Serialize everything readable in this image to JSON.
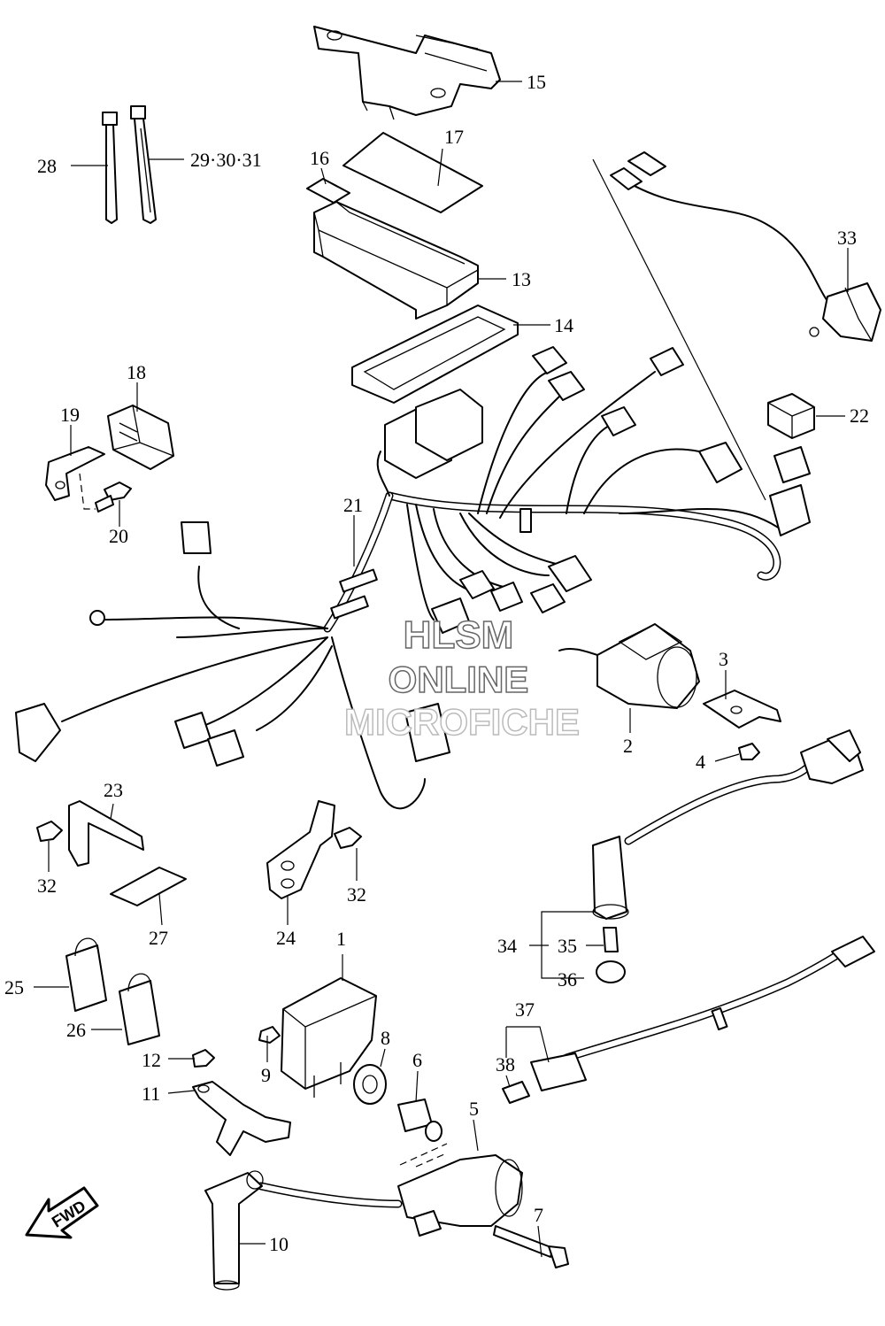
{
  "callouts": [
    {
      "id": "c1",
      "text": "1"
    },
    {
      "id": "c2",
      "text": "2"
    },
    {
      "id": "c3",
      "text": "3"
    },
    {
      "id": "c4",
      "text": "4"
    },
    {
      "id": "c5",
      "text": "5"
    },
    {
      "id": "c6",
      "text": "6"
    },
    {
      "id": "c7",
      "text": "7"
    },
    {
      "id": "c8",
      "text": "8"
    },
    {
      "id": "c9",
      "text": "9"
    },
    {
      "id": "c10",
      "text": "10"
    },
    {
      "id": "c11",
      "text": "11"
    },
    {
      "id": "c12",
      "text": "12"
    },
    {
      "id": "c13",
      "text": "13"
    },
    {
      "id": "c14",
      "text": "14"
    },
    {
      "id": "c15",
      "text": "15"
    },
    {
      "id": "c16",
      "text": "16"
    },
    {
      "id": "c17",
      "text": "17"
    },
    {
      "id": "c18",
      "text": "18"
    },
    {
      "id": "c19",
      "text": "19"
    },
    {
      "id": "c20",
      "text": "20"
    },
    {
      "id": "c21",
      "text": "21"
    },
    {
      "id": "c22",
      "text": "22"
    },
    {
      "id": "c23",
      "text": "23"
    },
    {
      "id": "c24",
      "text": "24"
    },
    {
      "id": "c25",
      "text": "25"
    },
    {
      "id": "c26",
      "text": "26"
    },
    {
      "id": "c27",
      "text": "27"
    },
    {
      "id": "c28",
      "text": "28"
    },
    {
      "id": "c29",
      "text": "29·30·31"
    },
    {
      "id": "c32a",
      "text": "32"
    },
    {
      "id": "c32b",
      "text": "32"
    },
    {
      "id": "c33",
      "text": "33"
    },
    {
      "id": "c34",
      "text": "34"
    },
    {
      "id": "c35",
      "text": "35"
    },
    {
      "id": "c36",
      "text": "36"
    },
    {
      "id": "c37",
      "text": "37"
    },
    {
      "id": "c38",
      "text": "38"
    }
  ],
  "watermark": {
    "line1": "HLSM",
    "line2": "ONLINE",
    "line3": "MICROFICHE"
  },
  "fwd_label": "FWD"
}
